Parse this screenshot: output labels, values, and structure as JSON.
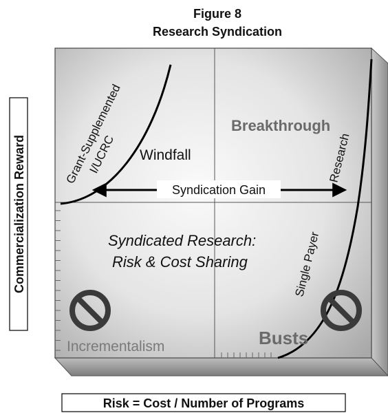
{
  "figure": {
    "number": "Figure 8",
    "title": "Research Syndication"
  },
  "axes": {
    "y_label": "Commercialization Reward",
    "x_label": "Risk = Cost / Number of Programs"
  },
  "quadrants": {
    "top_right": "Breakthrough",
    "top_left": "Windfall",
    "bottom_left": "Incrementalism",
    "bottom_right": "Busts"
  },
  "center_text": {
    "line1": "Syndicated Research:",
    "line2": "Risk &  Cost Sharing"
  },
  "arrow_label": "Syndication Gain",
  "curves": {
    "left": {
      "line1": "Grant-Supplemented",
      "line2": "I/UCRC"
    },
    "right": {
      "line1": "Single Payer",
      "line2": "Research"
    }
  },
  "icons": {
    "no_symbol": "prohibition-sign",
    "color": "#3a3a3a"
  }
}
